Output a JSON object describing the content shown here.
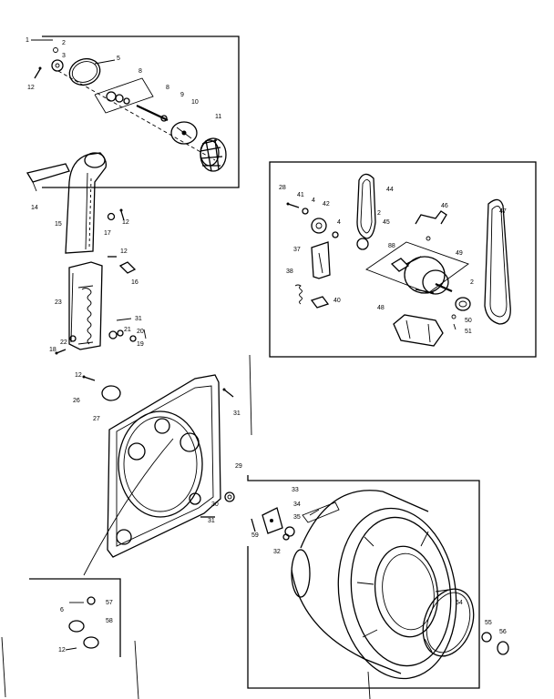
{
  "diagram": {
    "callouts": [
      {
        "key": "p1",
        "text": "1"
      },
      {
        "key": "p2a",
        "text": "2"
      },
      {
        "key": "p3a",
        "text": "3"
      },
      {
        "key": "p5",
        "text": "5"
      },
      {
        "key": "p8",
        "text": "8"
      },
      {
        "key": "p8b",
        "text": "8"
      },
      {
        "key": "p9",
        "text": "9"
      },
      {
        "key": "p10",
        "text": "10"
      },
      {
        "key": "p11",
        "text": "11"
      },
      {
        "key": "p12a",
        "text": "12"
      },
      {
        "key": "p14",
        "text": "14"
      },
      {
        "key": "p15",
        "text": "15"
      },
      {
        "key": "p17",
        "text": "17"
      },
      {
        "key": "p12b",
        "text": "12"
      },
      {
        "key": "p12c",
        "text": "12"
      },
      {
        "key": "p16",
        "text": "16"
      },
      {
        "key": "p23",
        "text": "23"
      },
      {
        "key": "p31a",
        "text": "31"
      },
      {
        "key": "p20",
        "text": "20"
      },
      {
        "key": "p21",
        "text": "21"
      },
      {
        "key": "p19",
        "text": "19"
      },
      {
        "key": "p22",
        "text": "22"
      },
      {
        "key": "p18",
        "text": "18"
      },
      {
        "key": "p28",
        "text": "28"
      },
      {
        "key": "p41",
        "text": "41"
      },
      {
        "key": "p4",
        "text": "4"
      },
      {
        "key": "p42",
        "text": "42"
      },
      {
        "key": "p44",
        "text": "44"
      },
      {
        "key": "p2b",
        "text": "2"
      },
      {
        "key": "p45",
        "text": "45"
      },
      {
        "key": "p4b",
        "text": "4"
      },
      {
        "key": "p46",
        "text": "46"
      },
      {
        "key": "p47",
        "text": "47"
      },
      {
        "key": "p37",
        "text": "37"
      },
      {
        "key": "p88",
        "text": "88"
      },
      {
        "key": "p49",
        "text": "49"
      },
      {
        "key": "p38",
        "text": "38"
      },
      {
        "key": "p2c",
        "text": "2"
      },
      {
        "key": "p40",
        "text": "40"
      },
      {
        "key": "p48",
        "text": "48"
      },
      {
        "key": "p50",
        "text": "50"
      },
      {
        "key": "p51",
        "text": "51"
      },
      {
        "key": "p12d",
        "text": "12"
      },
      {
        "key": "p26",
        "text": "26"
      },
      {
        "key": "p31b",
        "text": "31"
      },
      {
        "key": "p27",
        "text": "27"
      },
      {
        "key": "p29",
        "text": "29"
      },
      {
        "key": "p33",
        "text": "33"
      },
      {
        "key": "p34",
        "text": "34"
      },
      {
        "key": "p35",
        "text": "35"
      },
      {
        "key": "p30",
        "text": "30"
      },
      {
        "key": "p31c",
        "text": "31"
      },
      {
        "key": "p59",
        "text": "59"
      },
      {
        "key": "p32",
        "text": "32"
      },
      {
        "key": "p57",
        "text": "57"
      },
      {
        "key": "p58",
        "text": "58"
      },
      {
        "key": "p6",
        "text": "6"
      },
      {
        "key": "p12e",
        "text": "12"
      },
      {
        "key": "p54",
        "text": "54"
      },
      {
        "key": "p55",
        "text": "55"
      },
      {
        "key": "p56",
        "text": "56"
      }
    ]
  }
}
